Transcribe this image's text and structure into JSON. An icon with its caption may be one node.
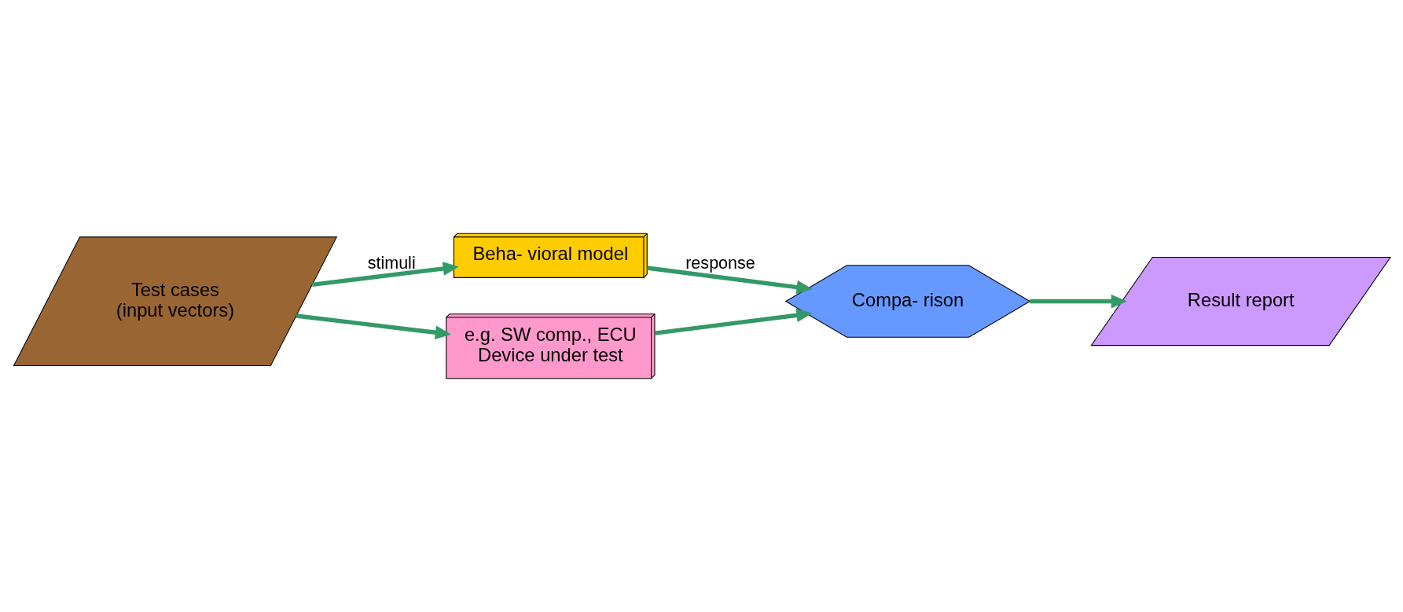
{
  "diagram": {
    "nodes": [
      {
        "text": [
          "Test cases",
          "(input vectors)"
        ]
      },
      {
        "text": [
          "Beha- vioral model"
        ]
      },
      {
        "text": [
          "e.g. SW comp., ECU",
          "Device under test"
        ]
      },
      {
        "text": [
          "Compa- rison"
        ]
      },
      {
        "text": [
          "Result report"
        ]
      }
    ],
    "edges": [
      {
        "from": 0,
        "to": 1,
        "arrow": "to",
        "label": "stimuli"
      },
      {
        "from": 0,
        "to": 2,
        "arrow": "to"
      },
      {
        "from": 1,
        "to": 3,
        "arrow": "to",
        "label": "response"
      },
      {
        "from": 2,
        "to": 3,
        "arrow": "to"
      },
      {
        "from": 3,
        "to": 4,
        "arrow": "to"
      }
    ]
  }
}
